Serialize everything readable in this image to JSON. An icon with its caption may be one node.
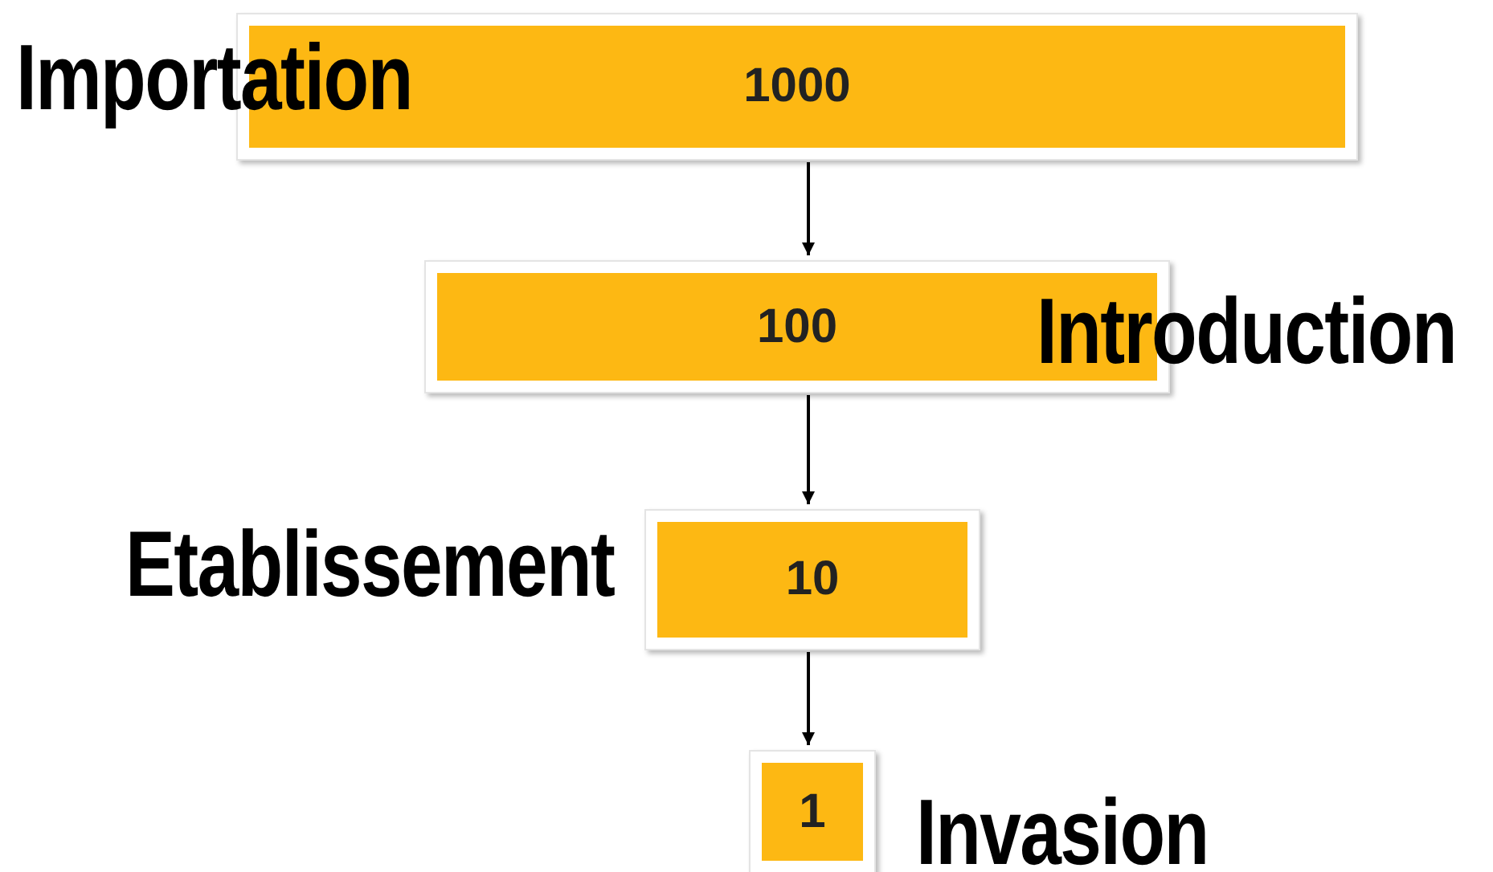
{
  "diagram": {
    "nodes": [
      {
        "text": [
          "1000"
        ],
        "beside": [
          "Importation"
        ]
      },
      {
        "text": [
          "100"
        ],
        "beside": [
          "Introduction"
        ]
      },
      {
        "text": [
          "10"
        ],
        "beside": [
          "Etablissement"
        ]
      },
      {
        "text": [
          "1"
        ],
        "beside": [
          "Invasion"
        ]
      }
    ],
    "edges": [
      {
        "from": 0,
        "to": 1,
        "arrow": "to"
      },
      {
        "from": 1,
        "to": 2,
        "arrow": "to"
      },
      {
        "from": 2,
        "to": 3,
        "arrow": "to"
      }
    ]
  }
}
